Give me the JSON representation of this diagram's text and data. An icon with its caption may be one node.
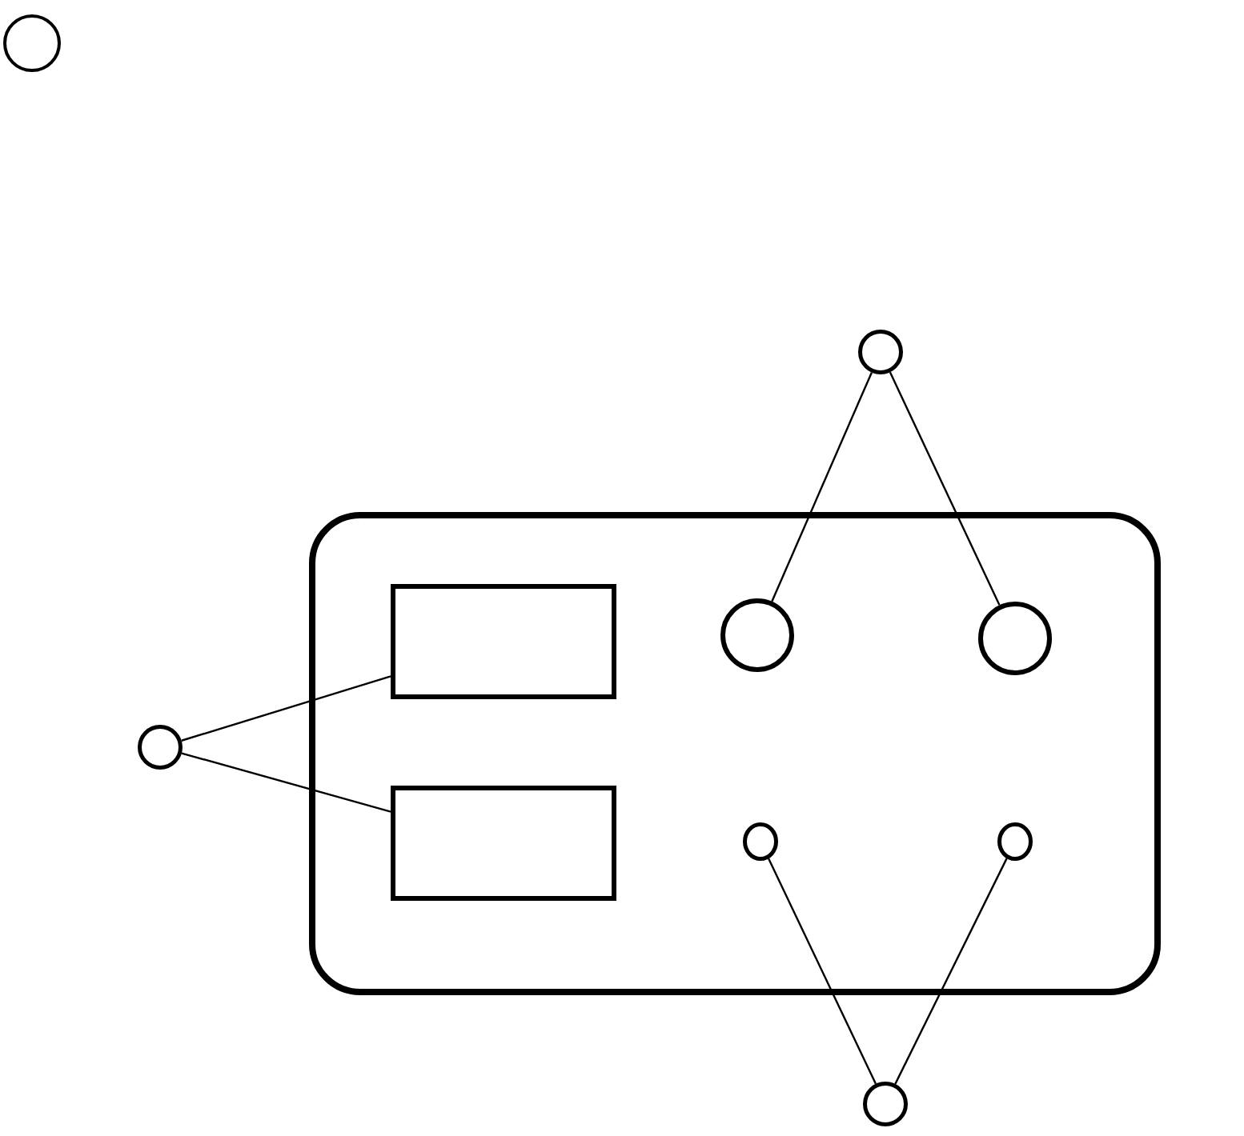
{
  "diagram": {
    "nodes": [
      {
        "text": [],
        "shape": "circle"
      },
      {
        "text": [],
        "shape": "circle"
      },
      {
        "text": [],
        "shape": "box"
      },
      {
        "text": [],
        "shape": "box",
        "in": 2
      },
      {
        "text": [],
        "shape": "circle",
        "in": 2
      },
      {
        "text": [],
        "shape": "circle",
        "in": 2
      },
      {
        "text": [],
        "shape": "box",
        "in": 2
      },
      {
        "text": [],
        "shape": "circle",
        "in": 2
      },
      {
        "text": [],
        "shape": "circle",
        "in": 2
      },
      {
        "text": [],
        "shape": "circle"
      },
      {
        "text": [],
        "shape": "circle"
      }
    ],
    "edges": [
      {
        "from": 1,
        "to": 4,
        "arrow": "none"
      },
      {
        "from": 1,
        "to": 5,
        "arrow": "none"
      },
      {
        "from": 9,
        "to": 3,
        "arrow": "none"
      },
      {
        "from": 9,
        "to": 6,
        "arrow": "none"
      },
      {
        "from": 10,
        "to": 7,
        "arrow": "none"
      },
      {
        "from": 10,
        "to": 8,
        "arrow": "none"
      }
    ]
  }
}
